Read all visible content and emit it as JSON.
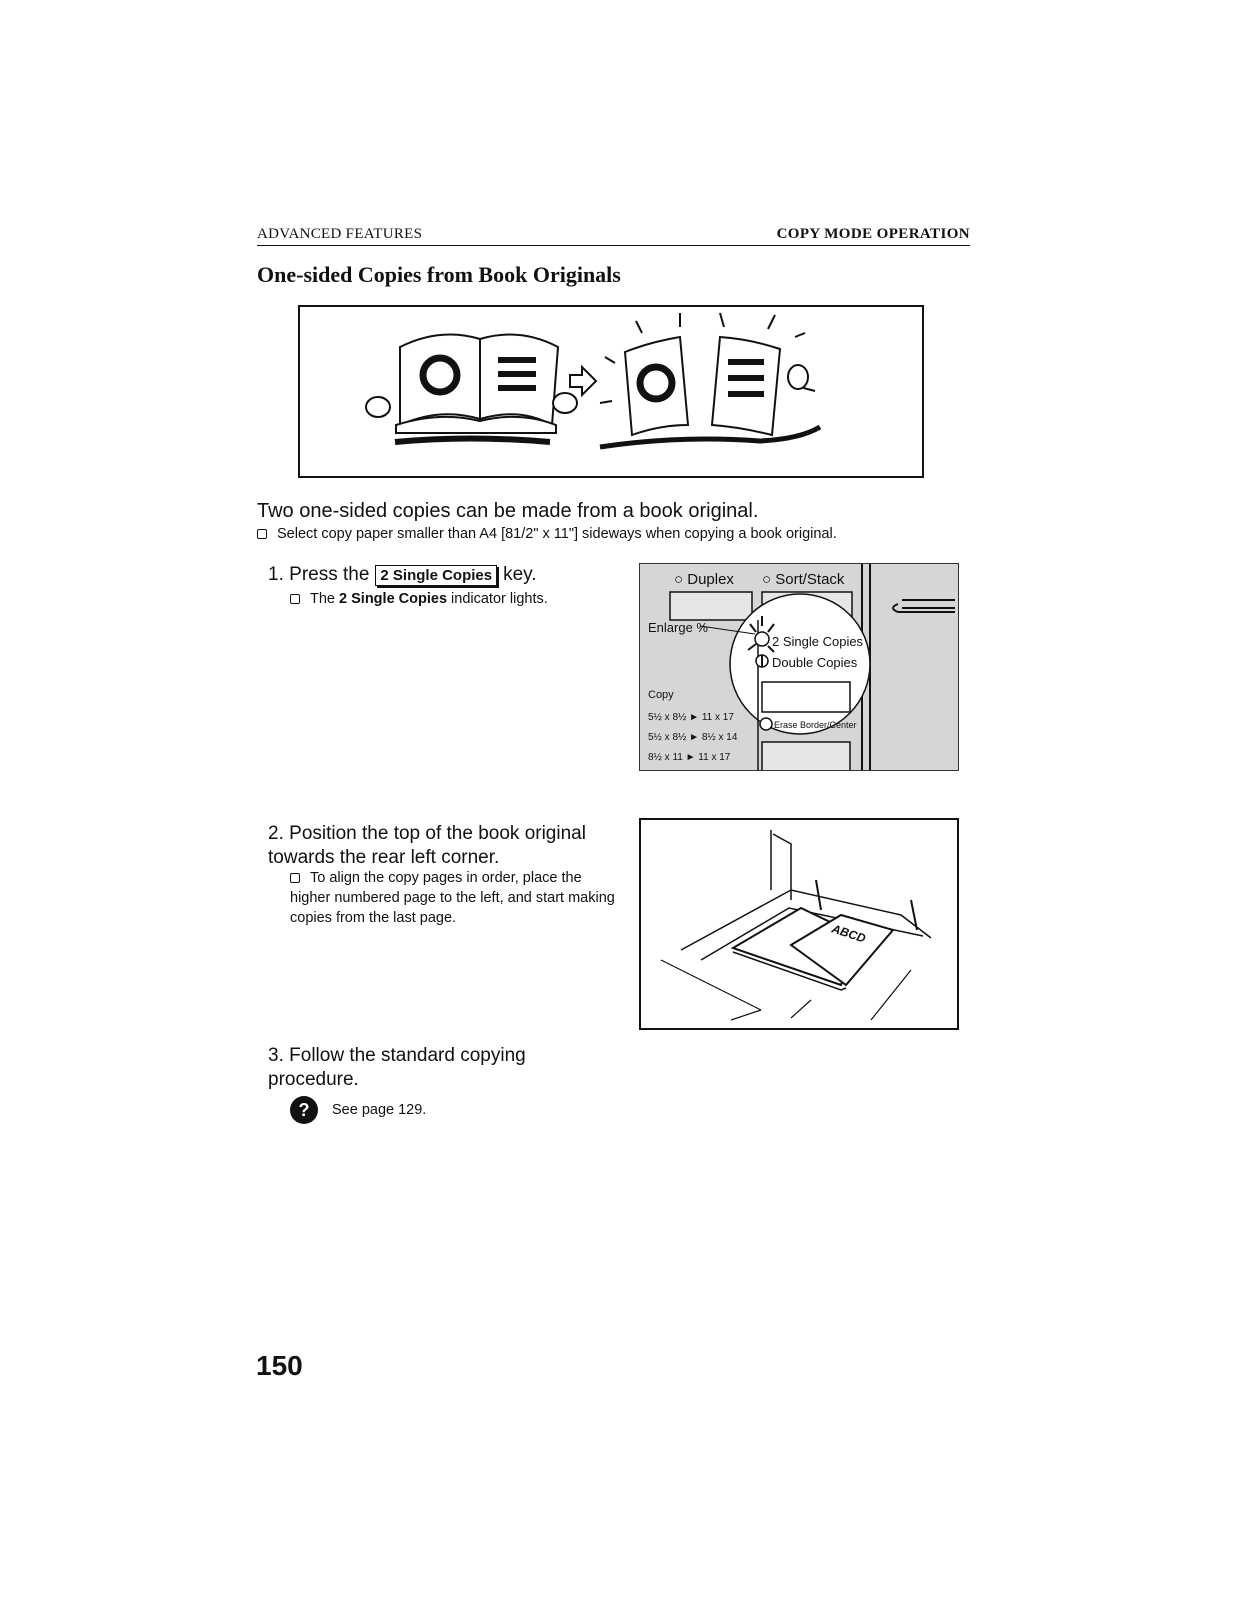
{
  "header": {
    "section": "ADVANCED FEATURES",
    "chapter": "COPY MODE OPERATION"
  },
  "title": "One-sided Copies from Book Originals",
  "intro": {
    "text": "Two one-sided copies can be made from a book original.",
    "note": "Select copy paper smaller than A4 [81/2\" x 11\"] sideways when copying a book original."
  },
  "steps": [
    {
      "number": "1.",
      "text_before": "Press the",
      "key": "2 Single Copies",
      "text_after": "key.",
      "note_before": "The",
      "note_bold": "2 Single Copies",
      "note_after": "indicator lights."
    },
    {
      "number": "2.",
      "text": "Position the top of the book original towards the rear left corner.",
      "note": "To align the copy pages in order, place the higher numbered page to the left, and start making copies from the last page."
    },
    {
      "number": "3.",
      "text": "Follow the standard copying procedure.",
      "ref": "See page 129."
    }
  ],
  "panel": {
    "duplex": "Duplex",
    "sort_stack": "Sort/Stack",
    "enlarge": "Enlarge %",
    "single_copies": "2 Single Copies",
    "double_copies": "Double Copies",
    "copy": "Copy",
    "ratios": [
      "5½ x 8½ ► 11 x 17",
      "5½ x 8½ ► 8½ x 14",
      "8½ x 11 ► 11 x 17"
    ],
    "erase": "Erase Border/Center"
  },
  "book_label": "ABCD",
  "page_number": "150"
}
